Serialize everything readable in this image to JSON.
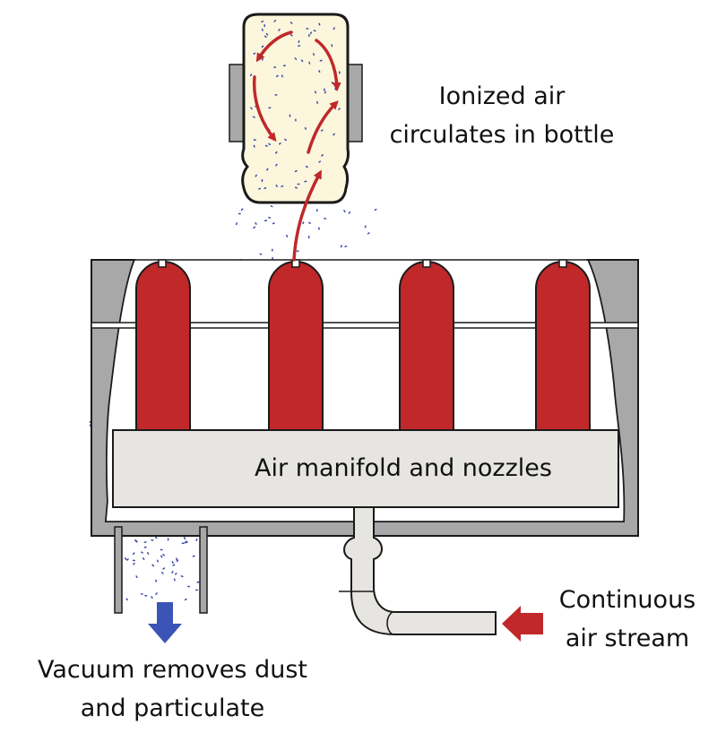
{
  "labels": {
    "ionized": [
      "Ionized air",
      "circulates in bottle"
    ],
    "manifold": "Air manifold and nozzles",
    "air_stream": [
      "Continuous",
      "air stream"
    ],
    "vacuum": [
      "Vacuum removes dust",
      "and particulate"
    ]
  },
  "colors": {
    "nozzle_red": "#c0282a",
    "arrow_red": "#c0282a",
    "vacuum_arrow_blue": "#3a55b5",
    "particle_blue": "#3a4aa8",
    "manifold_fill": "#e6e5e1",
    "housing_gray": "#a8a8a8",
    "bottle_fill": "#fbf6dc",
    "outline": "#1a1a1a"
  },
  "components": {
    "nozzle_count": 4
  }
}
